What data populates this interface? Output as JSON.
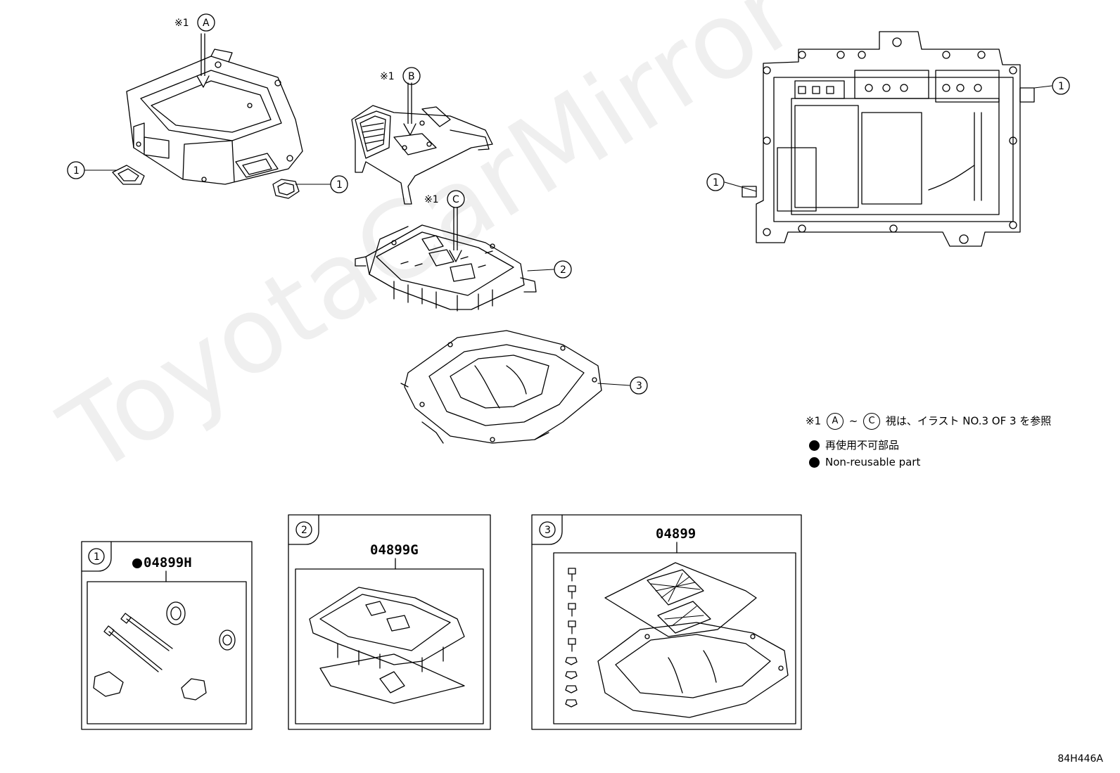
{
  "watermark": "ToyotaCarMirror",
  "callouts": {
    "view_a": {
      "prefix": "※1",
      "letter": "A"
    },
    "view_b": {
      "prefix": "※1",
      "letter": "B"
    },
    "view_c": {
      "prefix": "※1",
      "letter": "C"
    },
    "part_1": "1",
    "part_2": "2",
    "part_3": "3"
  },
  "notes": {
    "prefix": "※1",
    "range_start": "A",
    "tilde": "~",
    "range_end": "C",
    "text_jp": "視は、イラスト NO.3 OF 3 を参照",
    "non_reusable_jp": "再使用不可部品",
    "non_reusable_en": "Non-reusable part"
  },
  "kits": [
    {
      "index": "1",
      "number": "04899H",
      "non_reusable": true
    },
    {
      "index": "2",
      "number": "04899G",
      "non_reusable": false
    },
    {
      "index": "3",
      "number": "04899",
      "non_reusable": false
    }
  ],
  "reference_code": "84H446A"
}
